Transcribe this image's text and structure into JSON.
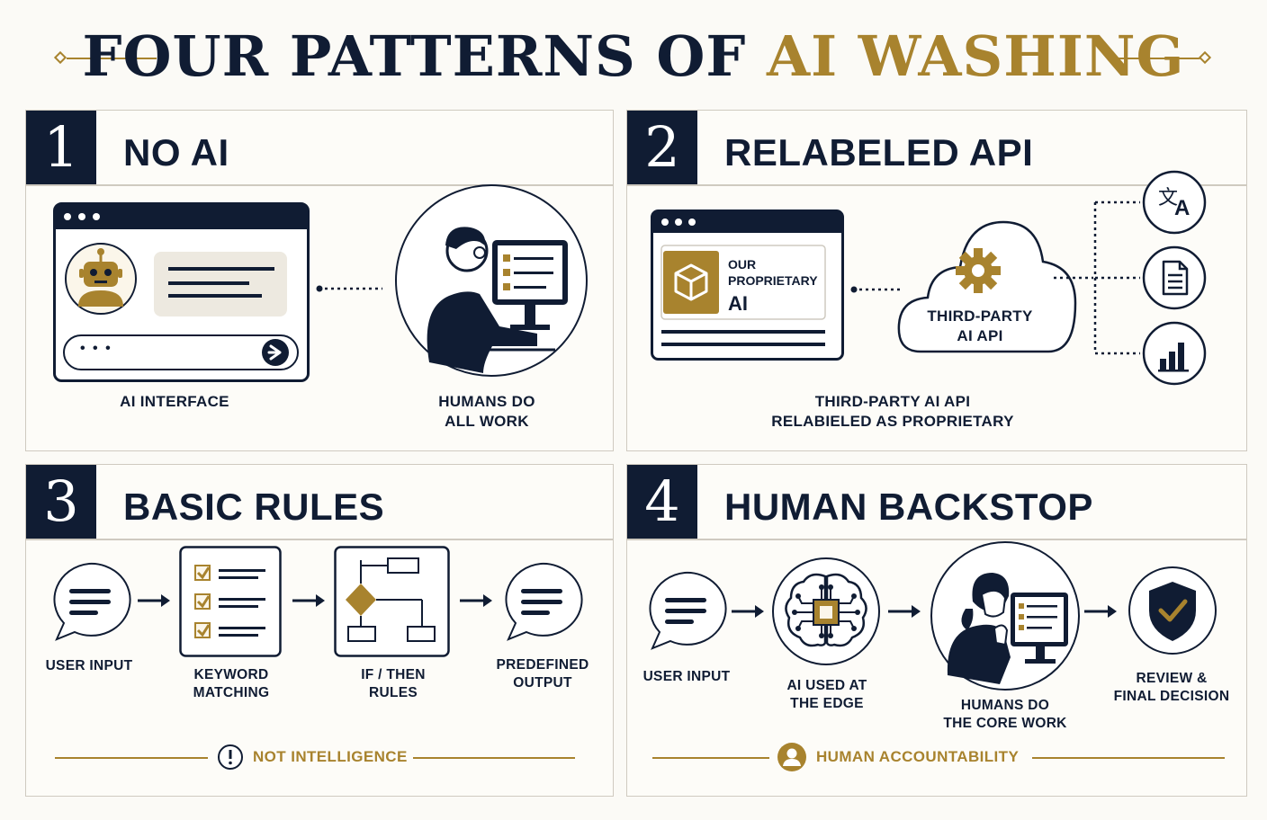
{
  "title": {
    "part1": "FOUR PATTERNS OF ",
    "part2": "AI WASHING"
  },
  "colors": {
    "navy": "#101c33",
    "gold": "#a8832e",
    "paper": "#fbfaf6"
  },
  "panels": [
    {
      "number": "1",
      "title": "NO AI",
      "labels": {
        "interface": "AI INTERFACE",
        "humans": "HUMANS DO\nALL WORK",
        "input_dots": "• • •"
      },
      "icons": [
        "robot-avatar-icon",
        "send-icon",
        "person-at-computer-icon"
      ]
    },
    {
      "number": "2",
      "title": "RELABELED API",
      "product_label": {
        "line1": "OUR",
        "line2": "PROPRIETARY",
        "line3": "AI"
      },
      "cloud_label": "THIRD-PARTY\nAI API",
      "caption": "THIRD-PARTY AI API\nRELABIELED AS PROPRIETARY",
      "icons": [
        "cube-icon",
        "gear-icon",
        "translate-icon",
        "document-icon",
        "bar-chart-icon"
      ]
    },
    {
      "number": "3",
      "title": "BASIC RULES",
      "steps": [
        "USER INPUT",
        "KEYWORD\nMATCHING",
        "IF / THEN\nRULES",
        "PREDEFINED\nOUTPUT"
      ],
      "footer": "NOT INTELLIGENCE",
      "icons": [
        "chat-bubble-icon",
        "checklist-icon",
        "flowchart-icon",
        "chat-bubble-icon",
        "warning-icon"
      ]
    },
    {
      "number": "4",
      "title": "HUMAN BACKSTOP",
      "steps": [
        "USER INPUT",
        "AI USED AT\nTHE EDGE",
        "HUMANS DO\nTHE CORE WORK",
        "REVIEW &\nFINAL DECISION"
      ],
      "footer": "HUMAN ACCOUNTABILITY",
      "icons": [
        "chat-bubble-icon",
        "brain-chip-icon",
        "woman-at-computer-icon",
        "shield-check-icon",
        "person-icon"
      ]
    }
  ]
}
